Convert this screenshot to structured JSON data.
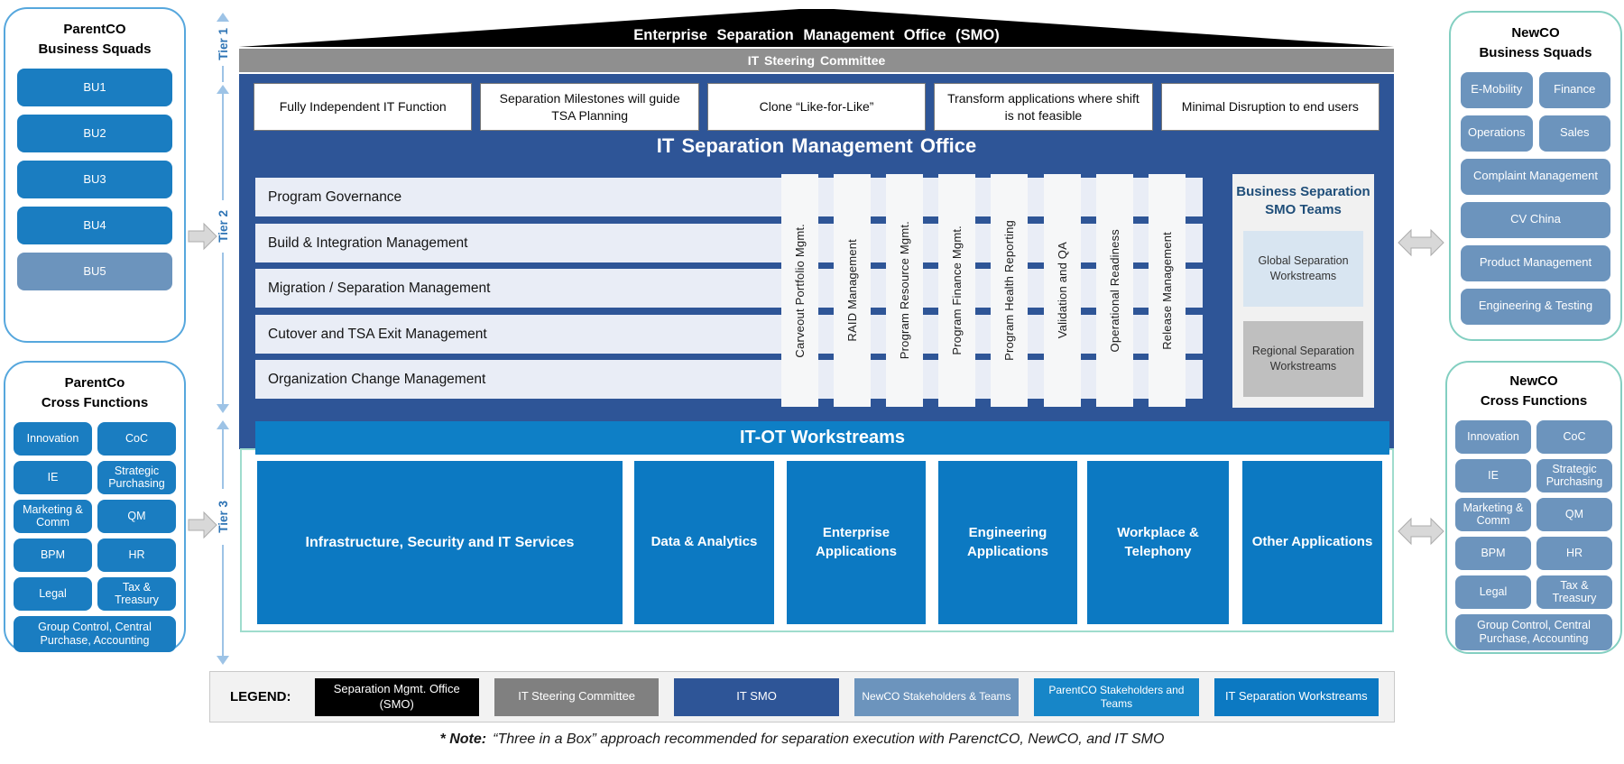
{
  "colors": {
    "parentco_blue": "#1A7DC1",
    "newco_steel_blue": "#6C94BD",
    "smo_navy": "#2E5597",
    "steering_gray": "#8F8F8F",
    "workstream_blue": "#0C79C2",
    "legend_parentco_blue": "#1786C8",
    "row_light": "#E9EDF6",
    "global_light_blue": "#D8E5F1",
    "regional_gray": "#BFBFBF",
    "roof_black": "#000000",
    "tier_label_blue": "#2E74B5",
    "tier_arrow_blue": "#9DC3E6",
    "left_panel_border": "#56A7DD",
    "right_panel_border": "#83CFC1"
  },
  "tiers": {
    "tier1": "Tier 1",
    "tier2": "Tier 2",
    "tier3": "Tier 3"
  },
  "left_panels": {
    "business_squads": {
      "title": [
        "ParentCO",
        "Business Squads"
      ],
      "items": [
        "BU1",
        "BU2",
        "BU3",
        "BU4",
        "BU5"
      ]
    },
    "cross_functions": {
      "title": [
        "ParentCo",
        "Cross Functions"
      ],
      "cells": [
        "Innovation",
        "CoC",
        "IE",
        "Strategic Purchasing",
        "Marketing & Comm",
        "QM",
        "BPM",
        "HR",
        "Legal",
        "Tax & Treasury"
      ],
      "footer": "Group Control, Central Purchase, Accounting"
    }
  },
  "right_panels": {
    "business_squads": {
      "title": [
        "NewCO",
        "Business Squads"
      ],
      "cells": [
        "E-Mobility",
        "Finance",
        "Operations",
        "Sales"
      ],
      "rows": [
        "Complaint Management",
        "CV China",
        "Product Management",
        "Engineering & Testing"
      ]
    },
    "cross_functions": {
      "title": [
        "NewCO",
        "Cross Functions"
      ],
      "cells": [
        "Innovation",
        "CoC",
        "IE",
        "Strategic Purchasing",
        "Marketing & Comm",
        "QM",
        "BPM",
        "HR",
        "Legal",
        "Tax & Treasury"
      ],
      "footer": "Group Control, Central Purchase, Accounting"
    }
  },
  "center": {
    "roof_title": "Enterprise Separation Management Office (SMO)",
    "steering_committee": "IT Steering Committee",
    "principles": [
      "Fully Independent IT Function",
      "Separation Milestones will guide TSA Planning",
      "Clone “Like-for-Like”",
      "Transform applications where shift is not feasible",
      "Minimal Disruption to end users"
    ],
    "smo_title": "IT Separation Management Office",
    "rows": [
      "Program Governance",
      "Build & Integration Management",
      "Migration / Separation Management",
      "Cutover and TSA Exit Management",
      "Organization Change Management"
    ],
    "columns": [
      "Carveout Portfolio Mgmt.",
      "RAID Management",
      "Program Resource Mgmt.",
      "Program Finance Mgmt.",
      "Program Health Reporting",
      "Validation and QA",
      "Operational Readiness",
      "Release Management"
    ],
    "teams": {
      "title": "Business Separation SMO Teams",
      "global": "Global Separation Workstreams",
      "regional": "Regional Separation Workstreams"
    },
    "itot": {
      "title": "IT-OT Workstreams",
      "boxes": [
        "Infrastructure, Security and IT Services",
        "Data & Analytics",
        "Enterprise Applications",
        "Engineering Applications",
        "Workplace & Telephony",
        "Other Applications"
      ]
    }
  },
  "legend": {
    "label": "LEGEND:",
    "items": [
      {
        "label": "Separation Mgmt. Office (SMO)",
        "color": "#000000"
      },
      {
        "label": "IT Steering Committee",
        "color": "#808080"
      },
      {
        "label": "IT SMO",
        "color": "#2E5597"
      },
      {
        "label": "NewCO Stakeholders & Teams",
        "color": "#6C94BD"
      },
      {
        "label": "ParentCO Stakeholders and Teams",
        "color": "#1786C8"
      },
      {
        "label": "IT Separation Workstreams",
        "color": "#0C79C2"
      }
    ]
  },
  "note": {
    "prefix": "* Note:",
    "body": "“Three in a Box”  approach recommended for separation execution with ParenctCO, NewCO, and IT SMO"
  }
}
